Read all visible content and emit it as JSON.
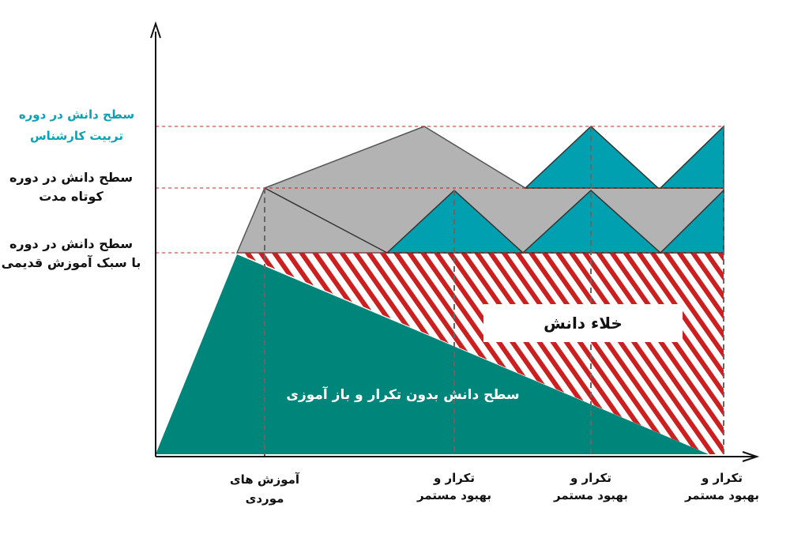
{
  "colors": {
    "teal_dark": "#00857a",
    "teal_light": "#00a0b0",
    "gray": "#b3b3b3",
    "red_hatch": "#cc1f1f",
    "accent_text": "#0aa3b5",
    "axis": "#111111"
  },
  "y_labels": {
    "expert": [
      "سطح دانش در دوره",
      "تربیت کارشناس"
    ],
    "short_term": [
      "سطح دانش در دوره",
      "کوتاه مدت"
    ],
    "old_style": [
      "سطح دانش در دوره",
      "با سبک آموزش قدیمی"
    ]
  },
  "x_labels": {
    "training": [
      "آموزش های",
      "موردی"
    ],
    "repeat_1": [
      "تکرار و",
      "بهبود مستمر"
    ],
    "repeat_2": [
      "تکرار و",
      "بهبود مستمر"
    ],
    "repeat_3": [
      "تکرار و",
      "بهبود مستمر"
    ]
  },
  "regions": {
    "decay": "سطح دانش بدون تکرار و باز آموزی",
    "gap": "خلاء دانش"
  }
}
